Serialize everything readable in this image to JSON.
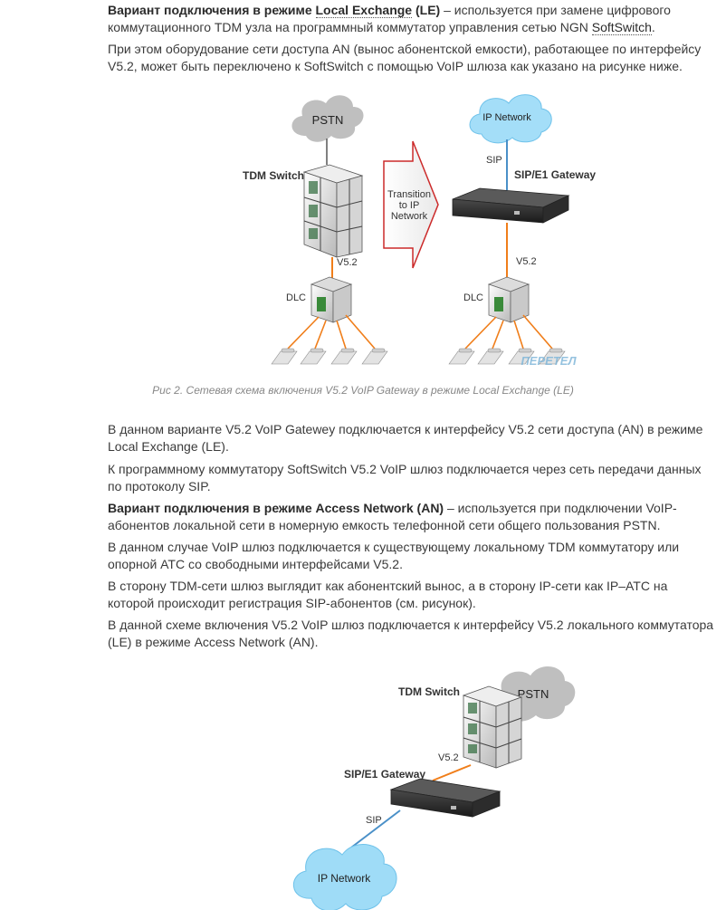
{
  "para1": {
    "bold": "Вариант подключения в режиме ",
    "link_local_exchange": "Local Exchange",
    "bold_le": " (LE)",
    "text_a": " – используется при замене цифрового коммутационного TDM узла на программный коммутатор управления сетью NGN ",
    "link_softswitch": "SoftSwitch",
    "end": "."
  },
  "para2": "При этом оборудование сети доступа AN (вынос абонентской емкости), работающее по интерфейсу V5.2, может быть переключено к SoftSwitch с помощью VoIP шлюза как указано на рисунке ниже.",
  "figure1": {
    "pstn": "PSTN",
    "tdm_switch": "TDM Switch",
    "v52_left": "V5.2",
    "dlc_left": "DLC",
    "transition_1": "Transition",
    "transition_2": "to IP",
    "transition_3": "Network",
    "ip_network": "IP Network",
    "sip": "SIP",
    "gateway": "SIP/E1 Gateway",
    "v52_right": "V5.2",
    "dlc_right": "DLC",
    "watermark": "ПЕРЕТЕЛ"
  },
  "caption1": "Рис 2. Сетевая схема включения V5.2 VoIP Gateway в режиме Local Exchange (LE)",
  "para3": "В данном варианте V5.2 VoIP Gatewey подключается к интерфейсу V5.2 сети доступа (AN) в режиме Local Exchange (LE).",
  "para4": "К программному коммутатору SoftSwitch V5.2 VoIP шлюз подключается через сеть передачи данных по протоколу SIP.",
  "para5": {
    "bold": "Вариант подключения в режиме Access Network (AN)",
    "text": " – используется при подключении VoIP-абонентов локальной сети в номерную емкость телефонной сети общего пользования PSTN."
  },
  "para6": "В данном случае VoIP шлюз подключается к существующему локальному TDM коммутатору или опорной АТС со свободными интерфейсами V5.2.",
  "para7": "В сторону TDM-сети шлюз выглядит как абонентский вынос, а в сторону IP-сети как IP–АТС на которой происходит регистрация SIP-абонентов (см. рисунок).",
  "para8": "В данной схеме включения V5.2 VoIP шлюз подключается к интерфейсу V5.2 локального коммутатора (LE) в режиме Access Network (AN).",
  "figure2": {
    "tdm_switch": "TDM Switch",
    "pstn": "PSTN",
    "v52": "V5.2",
    "gateway": "SIP/E1 Gateway",
    "sip": "SIP",
    "ip_network": "IP Network"
  },
  "colors": {
    "orange_line": "#f07e1a",
    "blue_line": "#4a90c8",
    "arrow_stroke": "#cc2a2a",
    "cloud_gray": "#bdbdbd",
    "cloud_blue": "#9fdcf7"
  }
}
